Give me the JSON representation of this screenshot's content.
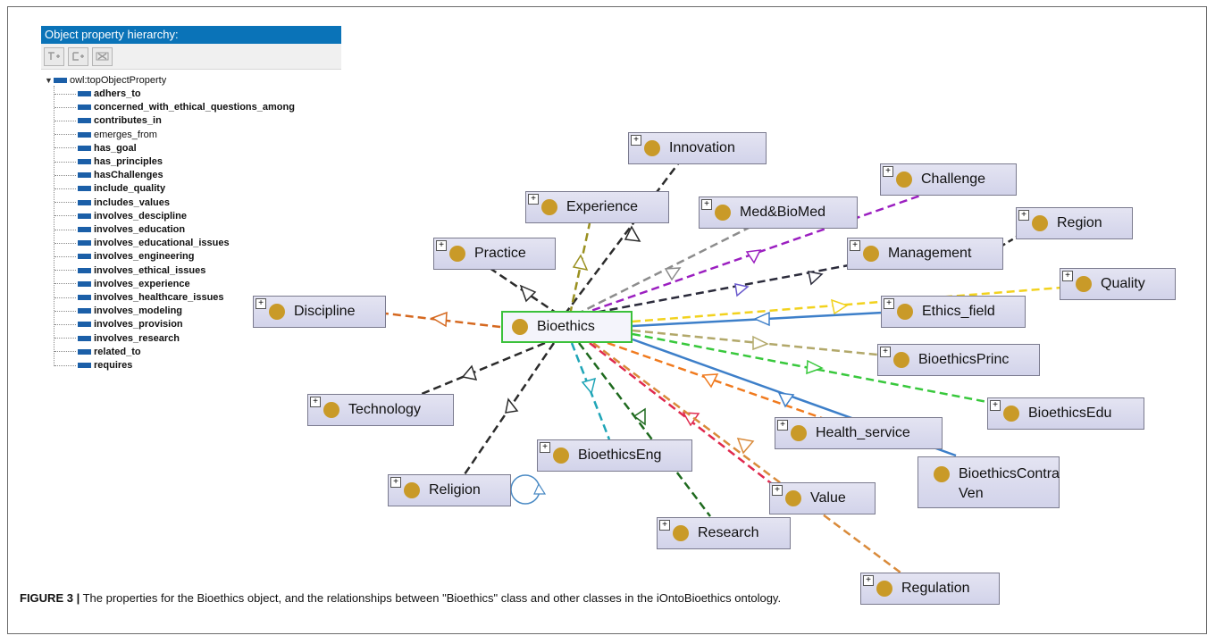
{
  "panel": {
    "title": "Object property hierarchy:",
    "toolbar": [
      {
        "name": "add-sub-property-icon",
        "glyph": "⊤+"
      },
      {
        "name": "add-sibling-property-icon",
        "glyph": "⊏+"
      },
      {
        "name": "delete-property-icon",
        "glyph": "⊠"
      }
    ],
    "root": "owl:topObjectProperty",
    "properties": [
      {
        "label": "adhers_to",
        "bold": true
      },
      {
        "label": "concerned_with_ethical_questions_among",
        "bold": true
      },
      {
        "label": "contributes_in",
        "bold": true
      },
      {
        "label": "emerges_from",
        "bold": false
      },
      {
        "label": "has_goal",
        "bold": true
      },
      {
        "label": "has_principles",
        "bold": true
      },
      {
        "label": "hasChallenges",
        "bold": true
      },
      {
        "label": "include_quality",
        "bold": true
      },
      {
        "label": "includes_values",
        "bold": true
      },
      {
        "label": "involves_descipline",
        "bold": true
      },
      {
        "label": "involves_education",
        "bold": true
      },
      {
        "label": "involves_educational_issues",
        "bold": true
      },
      {
        "label": "involves_engineering",
        "bold": true
      },
      {
        "label": "involves_ethical_issues",
        "bold": true
      },
      {
        "label": "involves_experience",
        "bold": true
      },
      {
        "label": "involves_healthcare_issues",
        "bold": true
      },
      {
        "label": "involves_modeling",
        "bold": true
      },
      {
        "label": "involves_provision",
        "bold": true
      },
      {
        "label": "involves_research",
        "bold": true
      },
      {
        "label": "related_to",
        "bold": true
      },
      {
        "label": "requires",
        "bold": true
      }
    ]
  },
  "graph": {
    "center": "Bioethics",
    "nodes": {
      "innovation": "Innovation",
      "challenge": "Challenge",
      "experience": "Experience",
      "medbiomed": "Med&BioMed",
      "region": "Region",
      "practice": "Practice",
      "management": "Management",
      "quality": "Quality",
      "discipline": "Discipline",
      "ethics_field": "Ethics_field",
      "bioethics_princ": "BioethicsPrinc",
      "technology": "Technology",
      "bioethics_edu": "BioethicsEdu",
      "health_service": "Health_service",
      "bioethics_eng": "BioethicsEng",
      "contra_line1": "BioethicsContra",
      "contra_line2": "Ven",
      "religion": "Religion",
      "value": "Value",
      "research": "Research",
      "regulation": "Regulation"
    }
  },
  "caption": {
    "label": "FIGURE 3 |",
    "text": " The properties for the Bioethics object, and the relationships between \"Bioethics\" class and other classes in the iOntoBioethics ontology."
  },
  "colors": {
    "panel_title_bg": "#0a73b8",
    "property_bar": "#1b5fa8",
    "node_dot": "#c99a28",
    "selected_border": "#3bc13b"
  }
}
